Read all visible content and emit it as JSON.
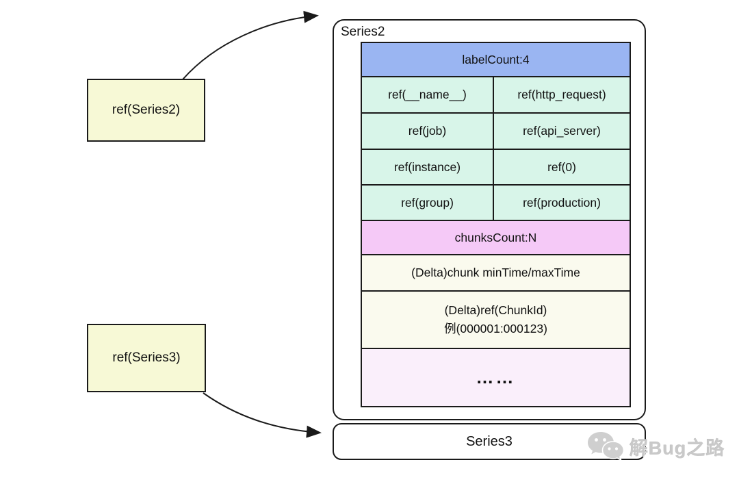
{
  "colors": {
    "header_blue": "#9ab5f2",
    "cell_mint": "#d8f5e9",
    "row_pink": "#f5c9f7",
    "row_cream": "#fafaee",
    "row_lavender": "#faeffb",
    "box_yellow": "#f7f9d6",
    "line_black": "#1a1a1a",
    "watermark_gray": "#c9c9c9"
  },
  "left_boxes": [
    {
      "label": "ref(Series2)"
    },
    {
      "label": "ref(Series3)"
    }
  ],
  "series2": {
    "title": "Series2",
    "table": {
      "label_count": "labelCount:4",
      "label_refs": [
        [
          "ref(__name__)",
          "ref(http_request)"
        ],
        [
          "ref(job)",
          "ref(api_server)"
        ],
        [
          "ref(instance)",
          "ref(0)"
        ],
        [
          "ref(group)",
          "ref(production)"
        ]
      ],
      "chunks_count": "chunksCount:N",
      "chunk_time": "(Delta)chunk minTime/maxTime",
      "chunk_ref_line1": "(Delta)ref(ChunkId)",
      "chunk_ref_line2": "例(000001:000123)",
      "ellipsis": "……"
    }
  },
  "series3": {
    "title": "Series3"
  },
  "watermark": {
    "text": "解Bug之路",
    "icon": "wechat-logo-icon"
  }
}
